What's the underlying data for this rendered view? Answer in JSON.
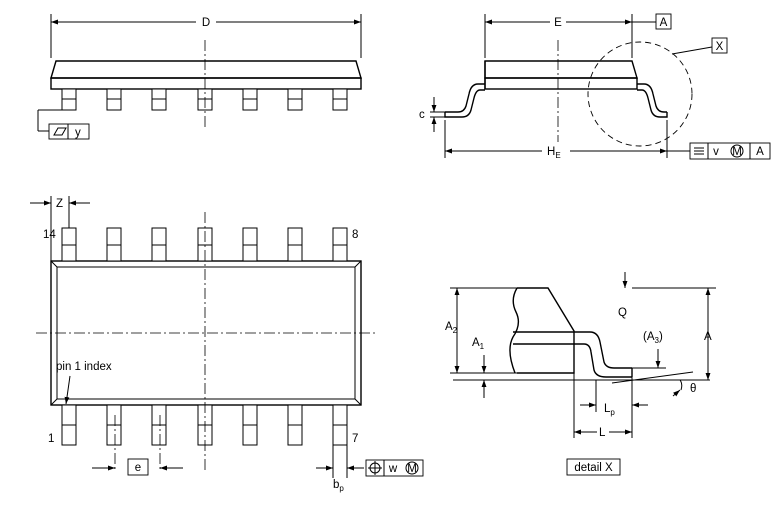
{
  "dimensions": {
    "D": "D",
    "E": "E",
    "HE_main": "H",
    "HE_sub": "E",
    "A": "A",
    "A1_main": "A",
    "A1_sub": "1",
    "A2_main": "A",
    "A2_sub": "2",
    "A3_open": "(A",
    "A3_sub": "3",
    "A3_close": ")",
    "Q": "Q",
    "L": "L",
    "Lp_main": "L",
    "Lp_sub": "p",
    "c": "c",
    "Z": "Z",
    "e": "e",
    "bp_main": "b",
    "bp_sub": "p",
    "theta": "θ"
  },
  "datums": {
    "A": "A",
    "X": "X",
    "y": "y",
    "v": "v",
    "v_ref": "A",
    "w": "w",
    "modifier_M": "M"
  },
  "pins": {
    "first": "1",
    "last": "14",
    "top_right": "8",
    "bottom_right": "7"
  },
  "labels": {
    "pin1_index": "pin 1 index",
    "detail": "detail X"
  },
  "icons": {
    "flatness": "flatness-icon",
    "parallelism": "parallelism-icon",
    "position": "position-icon",
    "max_material": "max-material-condition-icon"
  }
}
